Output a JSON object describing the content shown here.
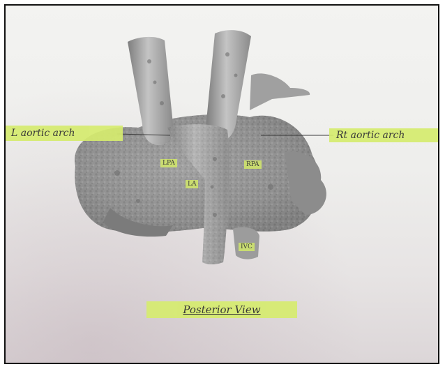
{
  "labels": {
    "left_arch": "L aortic arch",
    "right_arch": "Rt aortic arch",
    "lpa": "LPA",
    "rpa": "RPA",
    "la": "LA",
    "ivc": "IVC",
    "view": "Posterior View"
  },
  "colors": {
    "highlight": "#d6ec6f",
    "paper": "#efefed",
    "model": "#8e8e8e"
  }
}
